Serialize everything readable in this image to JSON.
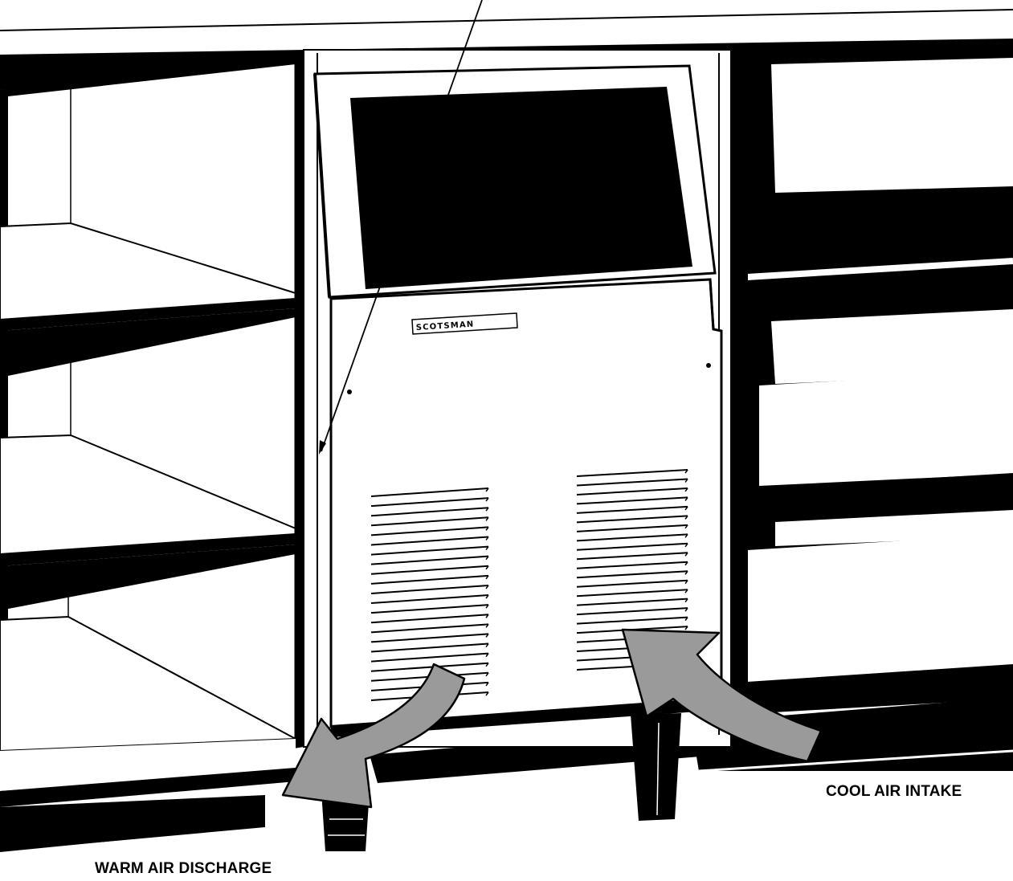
{
  "brand": {
    "logo_text": "SCOTSMAN"
  },
  "callouts": {
    "cool_air_intake": "COOL AIR INTAKE",
    "warm_air_discharge": "WARM AIR DISCHARGE"
  },
  "colors": {
    "line": "#000000",
    "background": "#ffffff",
    "arrow_fill": "#9a9a9a"
  }
}
